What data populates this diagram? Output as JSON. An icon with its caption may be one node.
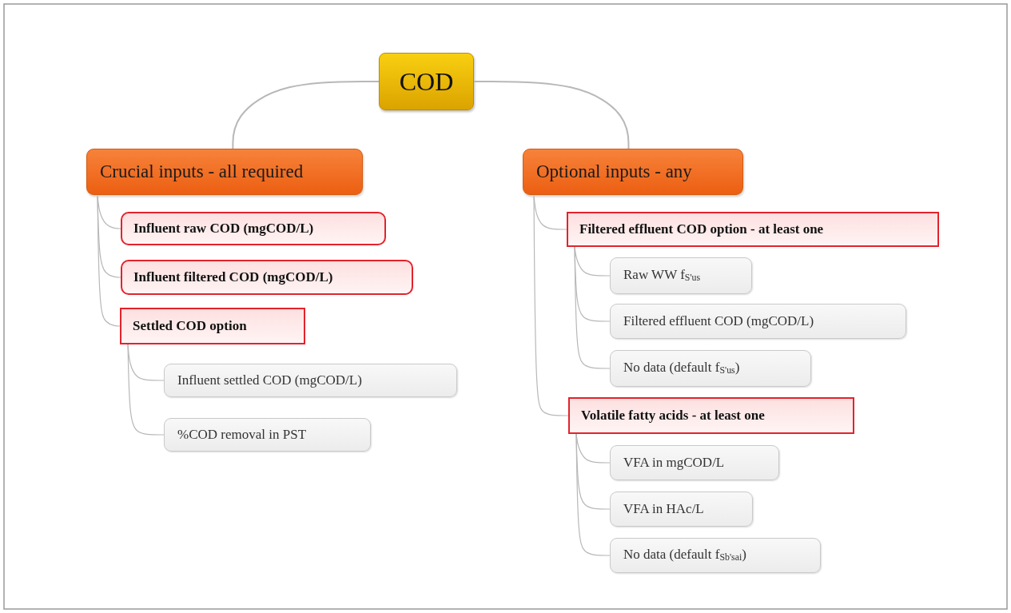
{
  "diagram": {
    "nodes": [
      {
        "text": [
          "COD"
        ]
      },
      {
        "text": [
          "Crucial inputs - all required"
        ]
      },
      {
        "text": [
          "Influent raw COD (mgCOD/L)"
        ]
      },
      {
        "text": [
          "Influent filtered COD (mgCOD/L)"
        ]
      },
      {
        "text": [
          "Settled COD option"
        ]
      },
      {
        "text": [
          "Influent settled COD (mgCOD/L)"
        ]
      },
      {
        "text": [
          "%COD removal in PST"
        ]
      },
      {
        "text": [
          "Optional inputs - any"
        ]
      },
      {
        "text": [
          "Filtered effluent COD option - at least one"
        ]
      },
      {
        "text": [
          "Raw WW f$_{S'us}$"
        ]
      },
      {
        "text": [
          "Filtered effluent COD (mgCOD/L)"
        ]
      },
      {
        "text": [
          "No data (default f$_{S'us}$)"
        ]
      },
      {
        "text": [
          "Volatile fatty acids - at least one"
        ]
      },
      {
        "text": [
          "VFA in mgCOD/L"
        ]
      },
      {
        "text": [
          "VFA in HAc/L"
        ]
      },
      {
        "text": [
          "No data (default f$_{Sb'sai}$)"
        ]
      }
    ],
    "edges": [
      {
        "from": 0,
        "to": 1,
        "arrow": "none"
      },
      {
        "from": 0,
        "to": 7,
        "arrow": "none"
      },
      {
        "from": 1,
        "to": 2,
        "arrow": "none"
      },
      {
        "from": 1,
        "to": 3,
        "arrow": "none"
      },
      {
        "from": 1,
        "to": 4,
        "arrow": "none"
      },
      {
        "from": 4,
        "to": 5,
        "arrow": "none"
      },
      {
        "from": 4,
        "to": 6,
        "arrow": "none"
      },
      {
        "from": 7,
        "to": 8,
        "arrow": "none"
      },
      {
        "from": 7,
        "to": 12,
        "arrow": "none"
      },
      {
        "from": 8,
        "to": 9,
        "arrow": "none"
      },
      {
        "from": 8,
        "to": 10,
        "arrow": "none"
      },
      {
        "from": 8,
        "to": 11,
        "arrow": "none"
      },
      {
        "from": 12,
        "to": 13,
        "arrow": "none"
      },
      {
        "from": 12,
        "to": 14,
        "arrow": "none"
      },
      {
        "from": 12,
        "to": 15,
        "arrow": "none"
      }
    ]
  }
}
